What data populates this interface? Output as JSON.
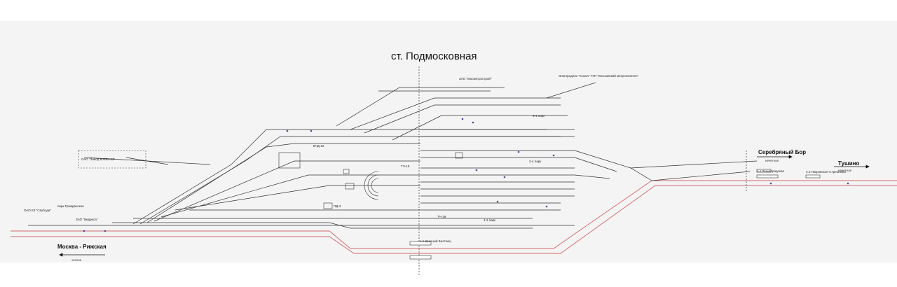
{
  "title": "ст. Подмосковная",
  "destinations": {
    "left_bottom": {
      "name": "Москва - Рижская",
      "direction": "четное"
    },
    "right_upper": {
      "name": "Серебряный Бор",
      "direction": "нечетное"
    },
    "right_lower": {
      "name": "Тушино",
      "direction": "нечетное"
    }
  },
  "labels": {
    "metro_depot": "ЗАО \"Мосметрострой\"",
    "power_depot": "Электродепо \"Сокол\" ГУП \"Московский метрополитен\"",
    "plant": "ОАО \"Завод МЖБК-23\"",
    "park": "парк Гражданское",
    "ozas": "ЗАО \"Ведриса\"",
    "svoboda": "ОАО КЗ \"Свобода\"",
    "park_34": "3-4 парк",
    "park_12": "1-2 парк",
    "park_24": "2-4 парк",
    "krasny_baltiets": "о.п.Красный Балтиец",
    "leningradskaya": "о.п.Ленинградская",
    "pokrovskoe": "о.п.Покровское-Стрешнево",
    "pd": "ПД-3",
    "tch": "ТЧ-15",
    "tch2": "ТЧ-16",
    "vch": "ВЧД-12"
  },
  "colors": {
    "track": "#333333",
    "main_line": "#d26a6a",
    "signal_blue": "#4a4aa0",
    "background": "#f4f4f4"
  }
}
